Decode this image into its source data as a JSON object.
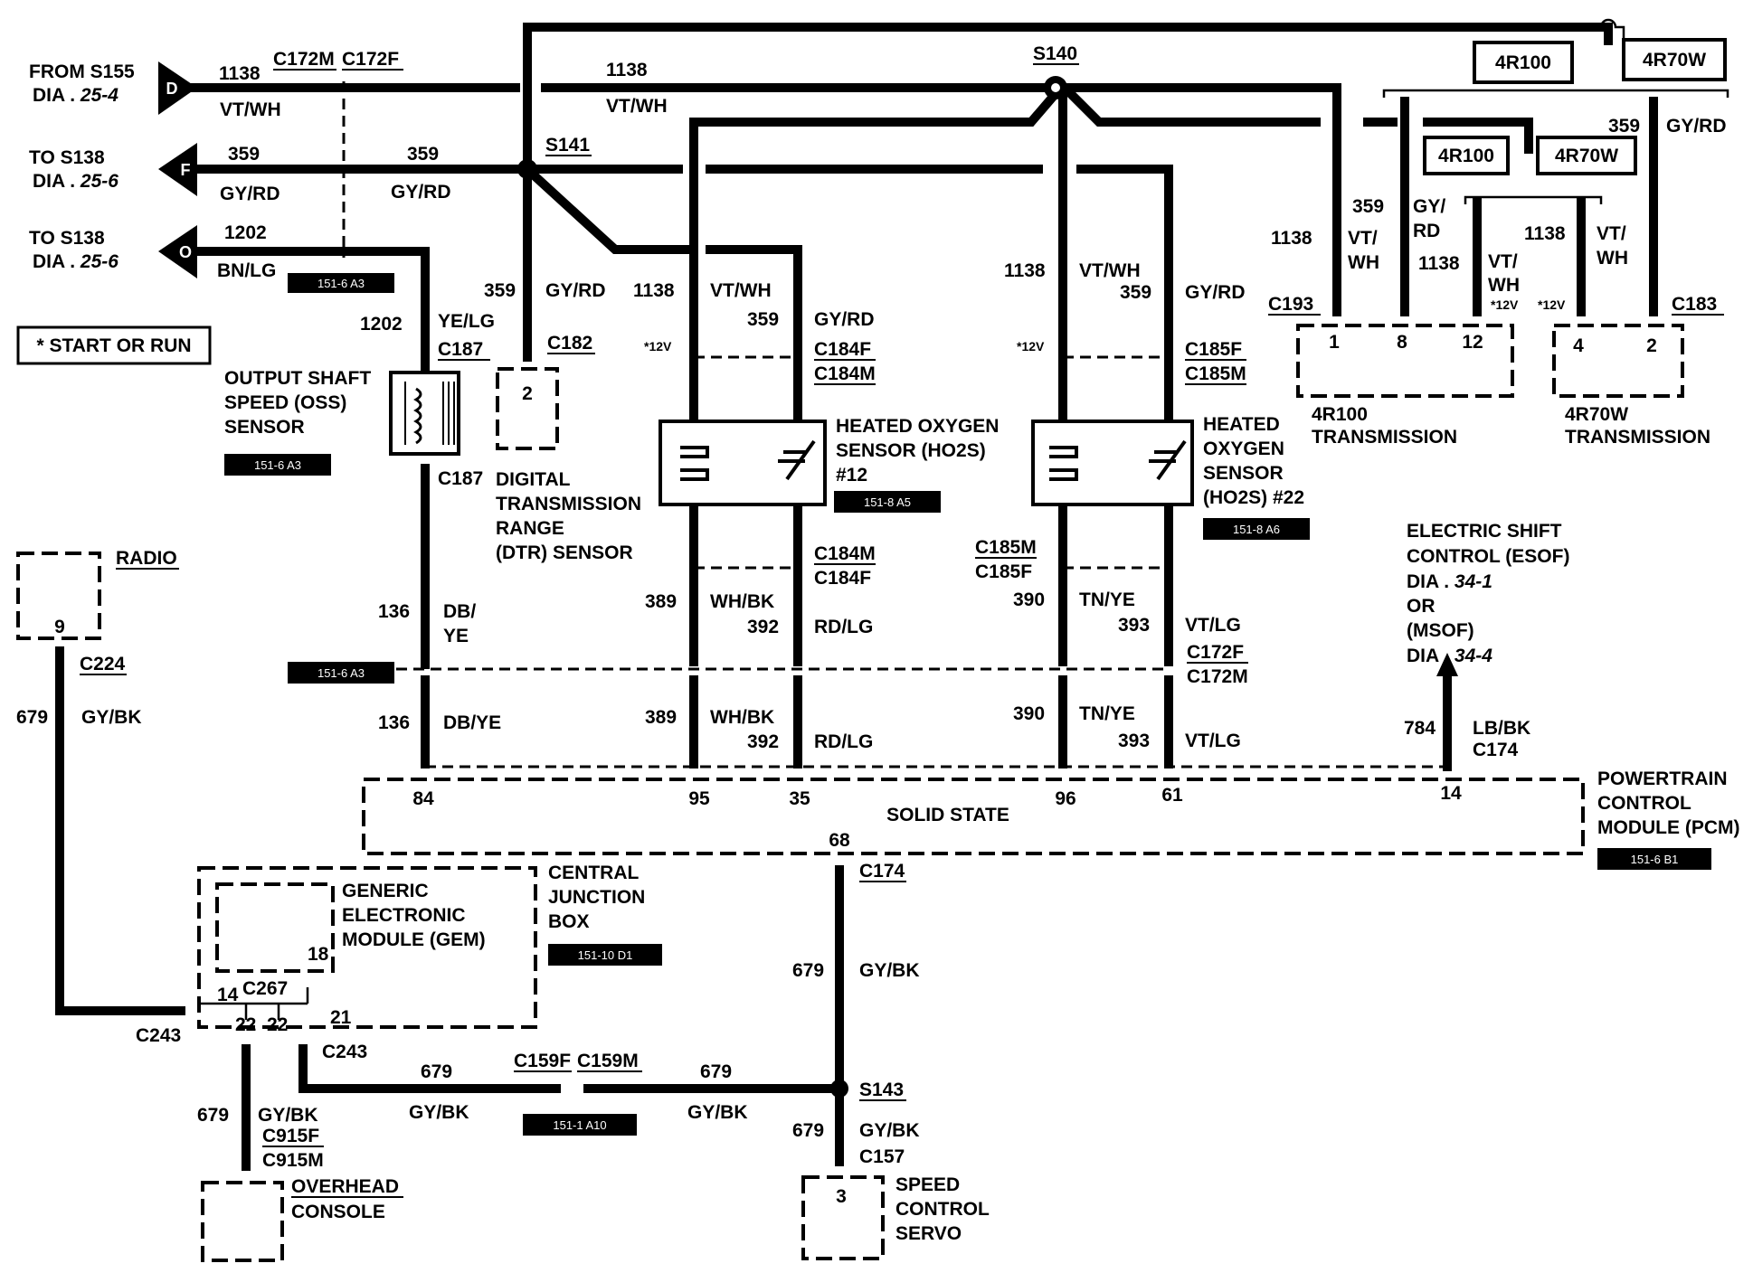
{
  "left_connectors": {
    "from_s155": {
      "title": "FROM S155",
      "dia": "DIA . ",
      "dia_ref": "25-4",
      "letter": "D",
      "circuit": "1138",
      "color": "VT/WH"
    },
    "to_s138_a": {
      "title": "TO S138",
      "dia": "DIA . ",
      "dia_ref": "25-6",
      "letter": "F",
      "circuit": "359",
      "color": "GY/RD"
    },
    "to_s138_b": {
      "title": "TO S138",
      "dia": "DIA . ",
      "dia_ref": "25-6",
      "letter": "O",
      "circuit": "1202",
      "color": "BN/LG"
    }
  },
  "connectors": {
    "c172m_top": "C172M",
    "c172f_top": "C172F",
    "c187_top": "C187",
    "c187_bot": "C187",
    "c182": "C182",
    "c184f_top": "C184F",
    "c184m_top": "C184M",
    "c184m_bot": "C184M",
    "c184f_bot": "C184F",
    "c185f_top": "C185F",
    "c185m_top": "C185M",
    "c185m_bot": "C185M",
    "c185f_bot": "C185F",
    "c172f_mid": "C172F",
    "c172m_mid": "C172M",
    "c193": "C193",
    "c183": "C183",
    "c224": "C224",
    "c174_top": "C174",
    "c174_bot": "C174",
    "c267": "C267",
    "c243_a": "C243",
    "c243_b": "C243",
    "c159f": "C159F",
    "c159m": "C159M",
    "c915f": "C915F",
    "c915m": "C915M",
    "c157": "C157"
  },
  "splices": {
    "s141": "S141",
    "s140": "S140",
    "s143": "S143"
  },
  "wires": {
    "w1138_top": "1138",
    "vtwh_top": "VT/WH",
    "w359_mid": "359",
    "gyrd_mid": "GY/RD",
    "w1202": "1202",
    "yelg": "YE/LG",
    "w359_dtr": "359",
    "gyrd_dtr": "GY/RD",
    "w1138_h12": "1138",
    "vtwh_h12": "VT/WH",
    "w359_h12": "359",
    "gyrd_h12": "GY/RD",
    "w1138_h22": "1138",
    "vtwh_h22": "VT/WH",
    "w359_h22": "359",
    "gyrd_h22": "GY/RD",
    "w136_a": "136",
    "dbye_a1": "DB/",
    "dbye_a2": "YE",
    "w136_b": "136",
    "dbye_b": "DB/YE",
    "w389_a": "389",
    "whbk_a": "WH/BK",
    "w392_a": "392",
    "rdlg_a": "RD/LG",
    "w389_b": "389",
    "whbk_b": "WH/BK",
    "w392_b": "392",
    "rdlg_b": "RD/LG",
    "w390_a": "390",
    "tnye_a": "TN/YE",
    "w393_a": "393",
    "vtlg_a": "VT/LG",
    "w390_b": "390",
    "tnye_b": "TN/YE",
    "w393_b": "393",
    "vtlg_b": "VT/LG",
    "w784": "784",
    "lbbk": "LB/BK",
    "w679_radio": "679",
    "gybk_radio": "GY/BK",
    "w679_pcm": "679",
    "gybk_pcm": "GY/BK",
    "w679_c243": "679",
    "gybk_c243": "GY/BK",
    "w679_s143": "679",
    "gybk_s143": "GY/BK",
    "w679_servo": "679",
    "gybk_servo": "GY/BK",
    "w679_oh": "679",
    "gybk_oh": "GY/BK",
    "tx_w359": "359",
    "tx_gy": "GY/",
    "tx_rd": "RD",
    "tx_w1138a": "1138",
    "tx_vt1": "VT/",
    "tx_wh1": "WH",
    "tx_w1138b": "1138",
    "tx_vt2": "VT/",
    "tx_wh2": "WH",
    "tx_w1138c": "1138",
    "tx_vt3": "VT/",
    "tx_wh3": "WH",
    "tx_w359_top": "359",
    "tx_gyrd_top": "GY/RD",
    "v12_a": "*12V",
    "v12_b": "*12V",
    "v12_c": "*12V",
    "v12_d": "*12V"
  },
  "components": {
    "start_or_run": "* START OR RUN",
    "oss": [
      "OUTPUT SHAFT",
      "SPEED (OSS)",
      "SENSOR"
    ],
    "dtr": [
      "DIGITAL",
      "TRANSMISSION",
      "RANGE",
      "(DTR) SENSOR"
    ],
    "dtr_pin": "2",
    "ho2s_12": [
      "HEATED OXYGEN",
      "SENSOR (HO2S)",
      "#12"
    ],
    "ho2s_22": [
      "HEATED",
      "OXYGEN",
      "SENSOR",
      "(HO2S) #22"
    ],
    "radio": "RADIO",
    "radio_pin": "9",
    "pcm": [
      "POWERTRAIN",
      "CONTROL",
      "MODULE (PCM)"
    ],
    "pcm_center": "SOLID STATE",
    "pcm_pins": {
      "p84": "84",
      "p95": "95",
      "p35": "35",
      "p96": "96",
      "p61": "61",
      "p14": "14",
      "p68": "68"
    },
    "gem": [
      "GENERIC",
      "ELECTRONIC",
      "MODULE (GEM)"
    ],
    "gem_pin": "18",
    "cjb": [
      "CENTRAL",
      "JUNCTION",
      "BOX"
    ],
    "cjb_pins": {
      "p14": "14",
      "p22a": "22",
      "p22b": "22",
      "p21": "21"
    },
    "overhead": [
      "OVERHEAD",
      "CONSOLE"
    ],
    "servo": [
      "SPEED",
      "CONTROL",
      "SERVO"
    ],
    "servo_pin": "3",
    "esoc": [
      "ELECTRIC SHIFT",
      "CONTROL (ESOF)",
      " DIA . ",
      "34-1",
      "OR",
      "(MSOF)",
      " DIA . ",
      "34-4"
    ],
    "tx_4r100_label": [
      "4R100",
      "TRANSMISSION"
    ],
    "tx_4r70w_label": [
      "4R70W",
      "TRANSMISSION"
    ],
    "tx_4r100_pins": [
      "1",
      "8",
      "12"
    ],
    "tx_4r70w_pins": [
      "4",
      "2"
    ],
    "box_4r100_top": "4R100",
    "box_4r70w_top": "4R70W",
    "box_4r100_mid": "4R100",
    "box_4r70w_mid": "4R70W"
  },
  "tags": {
    "t_oss_in": "151-6 A3",
    "t_oss": "151-6 A3",
    "t_dtr": "151-6 A3",
    "t_h12": "151-8 A5",
    "t_h22": "151-8 A6",
    "t_pcm": "151-6 B1",
    "t_cjb": "151-10 D1",
    "t_c159": "151-1 A10"
  }
}
